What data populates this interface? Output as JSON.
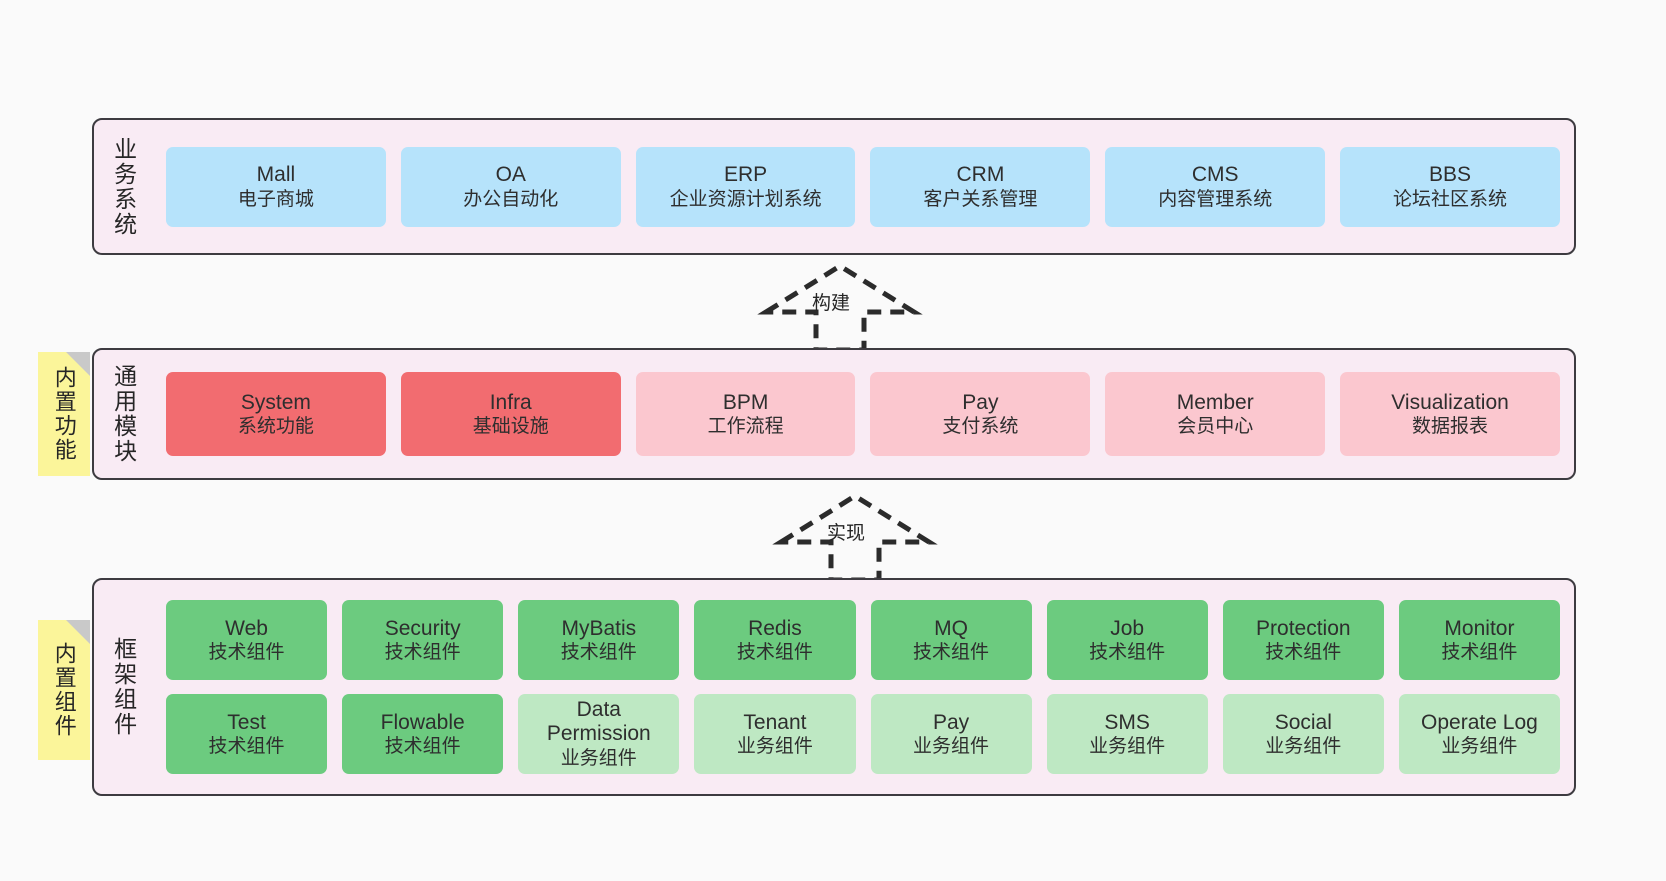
{
  "diagram": {
    "background_color": "#fafafa",
    "panel_color": "#f9ebf4",
    "panel_border_color": "#3d3b40",
    "note_color": "#fbf59a"
  },
  "layers": [
    {
      "id": "business",
      "title": "业务系统",
      "box_color": "#b6e3fb",
      "rows": [
        [
          {
            "en": "Mall",
            "cn": "电子商城"
          },
          {
            "en": "OA",
            "cn": "办公自动化"
          },
          {
            "en": "ERP",
            "cn": "企业资源计划系统"
          },
          {
            "en": "CRM",
            "cn": "客户关系管理"
          },
          {
            "en": "CMS",
            "cn": "内容管理系统"
          },
          {
            "en": "BBS",
            "cn": "论坛社区系统"
          }
        ]
      ]
    },
    {
      "id": "module",
      "title": "通用模块",
      "note": "内置功能",
      "box_color_strong": "#f26c70",
      "box_color_soft": "#fbc7cf",
      "rows": [
        [
          {
            "en": "System",
            "cn": "系统功能",
            "variant": "strong"
          },
          {
            "en": "Infra",
            "cn": "基础设施",
            "variant": "strong"
          },
          {
            "en": "BPM",
            "cn": "工作流程",
            "variant": "soft"
          },
          {
            "en": "Pay",
            "cn": "支付系统",
            "variant": "soft"
          },
          {
            "en": "Member",
            "cn": "会员中心",
            "variant": "soft"
          },
          {
            "en": "Visualization",
            "cn": "数据报表",
            "variant": "soft"
          }
        ]
      ]
    },
    {
      "id": "framework",
      "title": "框架组件",
      "note": "内置组件",
      "box_color_tech": "#6ccb7f",
      "box_color_service": "#bee8c3",
      "rows": [
        [
          {
            "en": "Web",
            "cn": "技术组件",
            "variant": "tech"
          },
          {
            "en": "Security",
            "cn": "技术组件",
            "variant": "tech"
          },
          {
            "en": "MyBatis",
            "cn": "技术组件",
            "variant": "tech"
          },
          {
            "en": "Redis",
            "cn": "技术组件",
            "variant": "tech"
          },
          {
            "en": "MQ",
            "cn": "技术组件",
            "variant": "tech"
          },
          {
            "en": "Job",
            "cn": "技术组件",
            "variant": "tech"
          },
          {
            "en": "Protection",
            "cn": "技术组件",
            "variant": "tech"
          },
          {
            "en": "Monitor",
            "cn": "技术组件",
            "variant": "tech"
          }
        ],
        [
          {
            "en": "Test",
            "cn": "技术组件",
            "variant": "tech"
          },
          {
            "en": "Flowable",
            "cn": "技术组件",
            "variant": "tech"
          },
          {
            "en": "Data Permission",
            "cn": "业务组件",
            "variant": "service"
          },
          {
            "en": "Tenant",
            "cn": "业务组件",
            "variant": "service"
          },
          {
            "en": "Pay",
            "cn": "业务组件",
            "variant": "service"
          },
          {
            "en": "SMS",
            "cn": "业务组件",
            "variant": "service"
          },
          {
            "en": "Social",
            "cn": "业务组件",
            "variant": "service"
          },
          {
            "en": "Operate Log",
            "cn": "业务组件",
            "variant": "service"
          }
        ]
      ]
    }
  ],
  "connectors": [
    {
      "id": "build",
      "label": "构建"
    },
    {
      "id": "implement",
      "label": "实现"
    }
  ]
}
